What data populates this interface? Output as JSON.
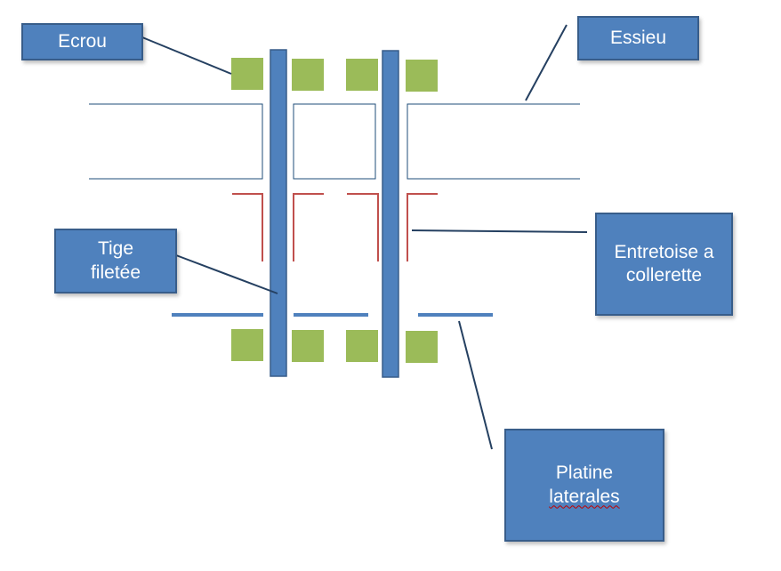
{
  "labels": {
    "ecrou": "Ecrou",
    "essieu": "Essieu",
    "tige_line1": "Tige",
    "tige_line2": "filetée",
    "entretoise_line1": "Entretoise a",
    "entretoise_line2": "collerette",
    "platine_line1": "Platine",
    "platine_line2": "laterales"
  },
  "colors": {
    "label_fill": "#4f81bd",
    "label_border": "#385d8a",
    "rod_fill": "#4f81bd",
    "nut_fill": "#9bbb59",
    "spacer_stroke": "#c0504d",
    "plate_stroke": "#4f81bd",
    "axle_stroke": "#1f4e79",
    "leader_stroke": "#254061"
  }
}
